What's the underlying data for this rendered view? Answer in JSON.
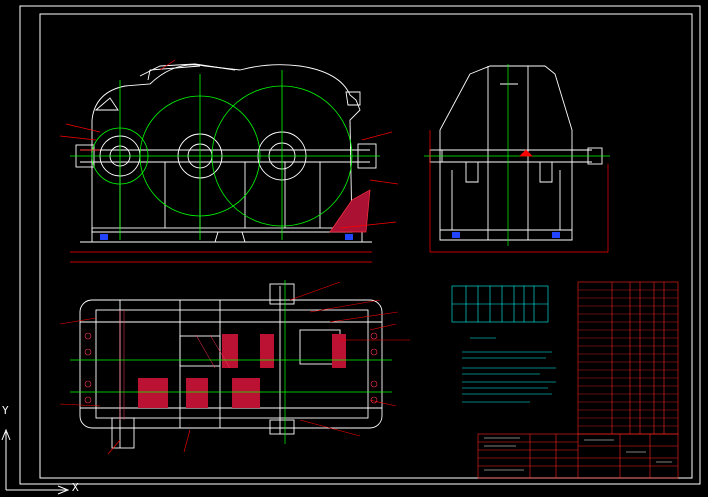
{
  "colors": {
    "background": "#000000",
    "outline": "#ffffff",
    "centerline": "#00ff00",
    "dimension": "#ff0000",
    "section": "#cc1133",
    "hidden": "#3355ff",
    "table": "#ff2222",
    "text_cyan": "#00ffff"
  },
  "ucs": {
    "x_label": "X",
    "y_label": "Y"
  },
  "drawing": {
    "views": [
      "front-elevation",
      "side-elevation",
      "plan-section"
    ],
    "tables": [
      "technical-characteristics",
      "technical-requirements",
      "parts-list",
      "title-block"
    ]
  }
}
